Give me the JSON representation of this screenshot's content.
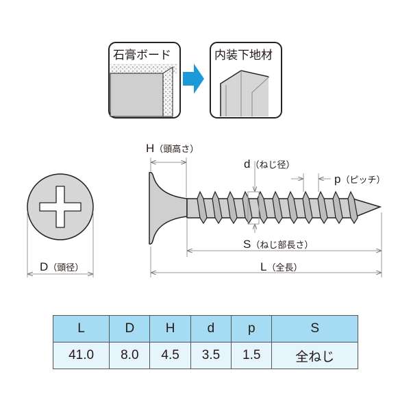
{
  "panels": {
    "from_label": "石膏ボード",
    "to_label": "内装下地材",
    "arrow_color": "#1a9ad9"
  },
  "dimensions": {
    "H": {
      "symbol": "H",
      "desc": "（頭高さ）"
    },
    "d": {
      "symbol": "d",
      "desc": "（ねじ径）"
    },
    "p": {
      "symbol": "p",
      "desc": "（ピッチ）"
    },
    "S": {
      "symbol": "S",
      "desc": "（ねじ部長さ）"
    },
    "L": {
      "symbol": "L",
      "desc": "（全長）"
    },
    "D": {
      "symbol": "D",
      "desc": "（頭径）"
    }
  },
  "table": {
    "headers": [
      "L",
      "D",
      "H",
      "d",
      "p",
      "S"
    ],
    "values": [
      "41.0",
      "8.0",
      "4.5",
      "3.5",
      "1.5",
      "全ねじ"
    ],
    "header_color": "#a6dcf3",
    "row_color": "#e6f4fb"
  }
}
